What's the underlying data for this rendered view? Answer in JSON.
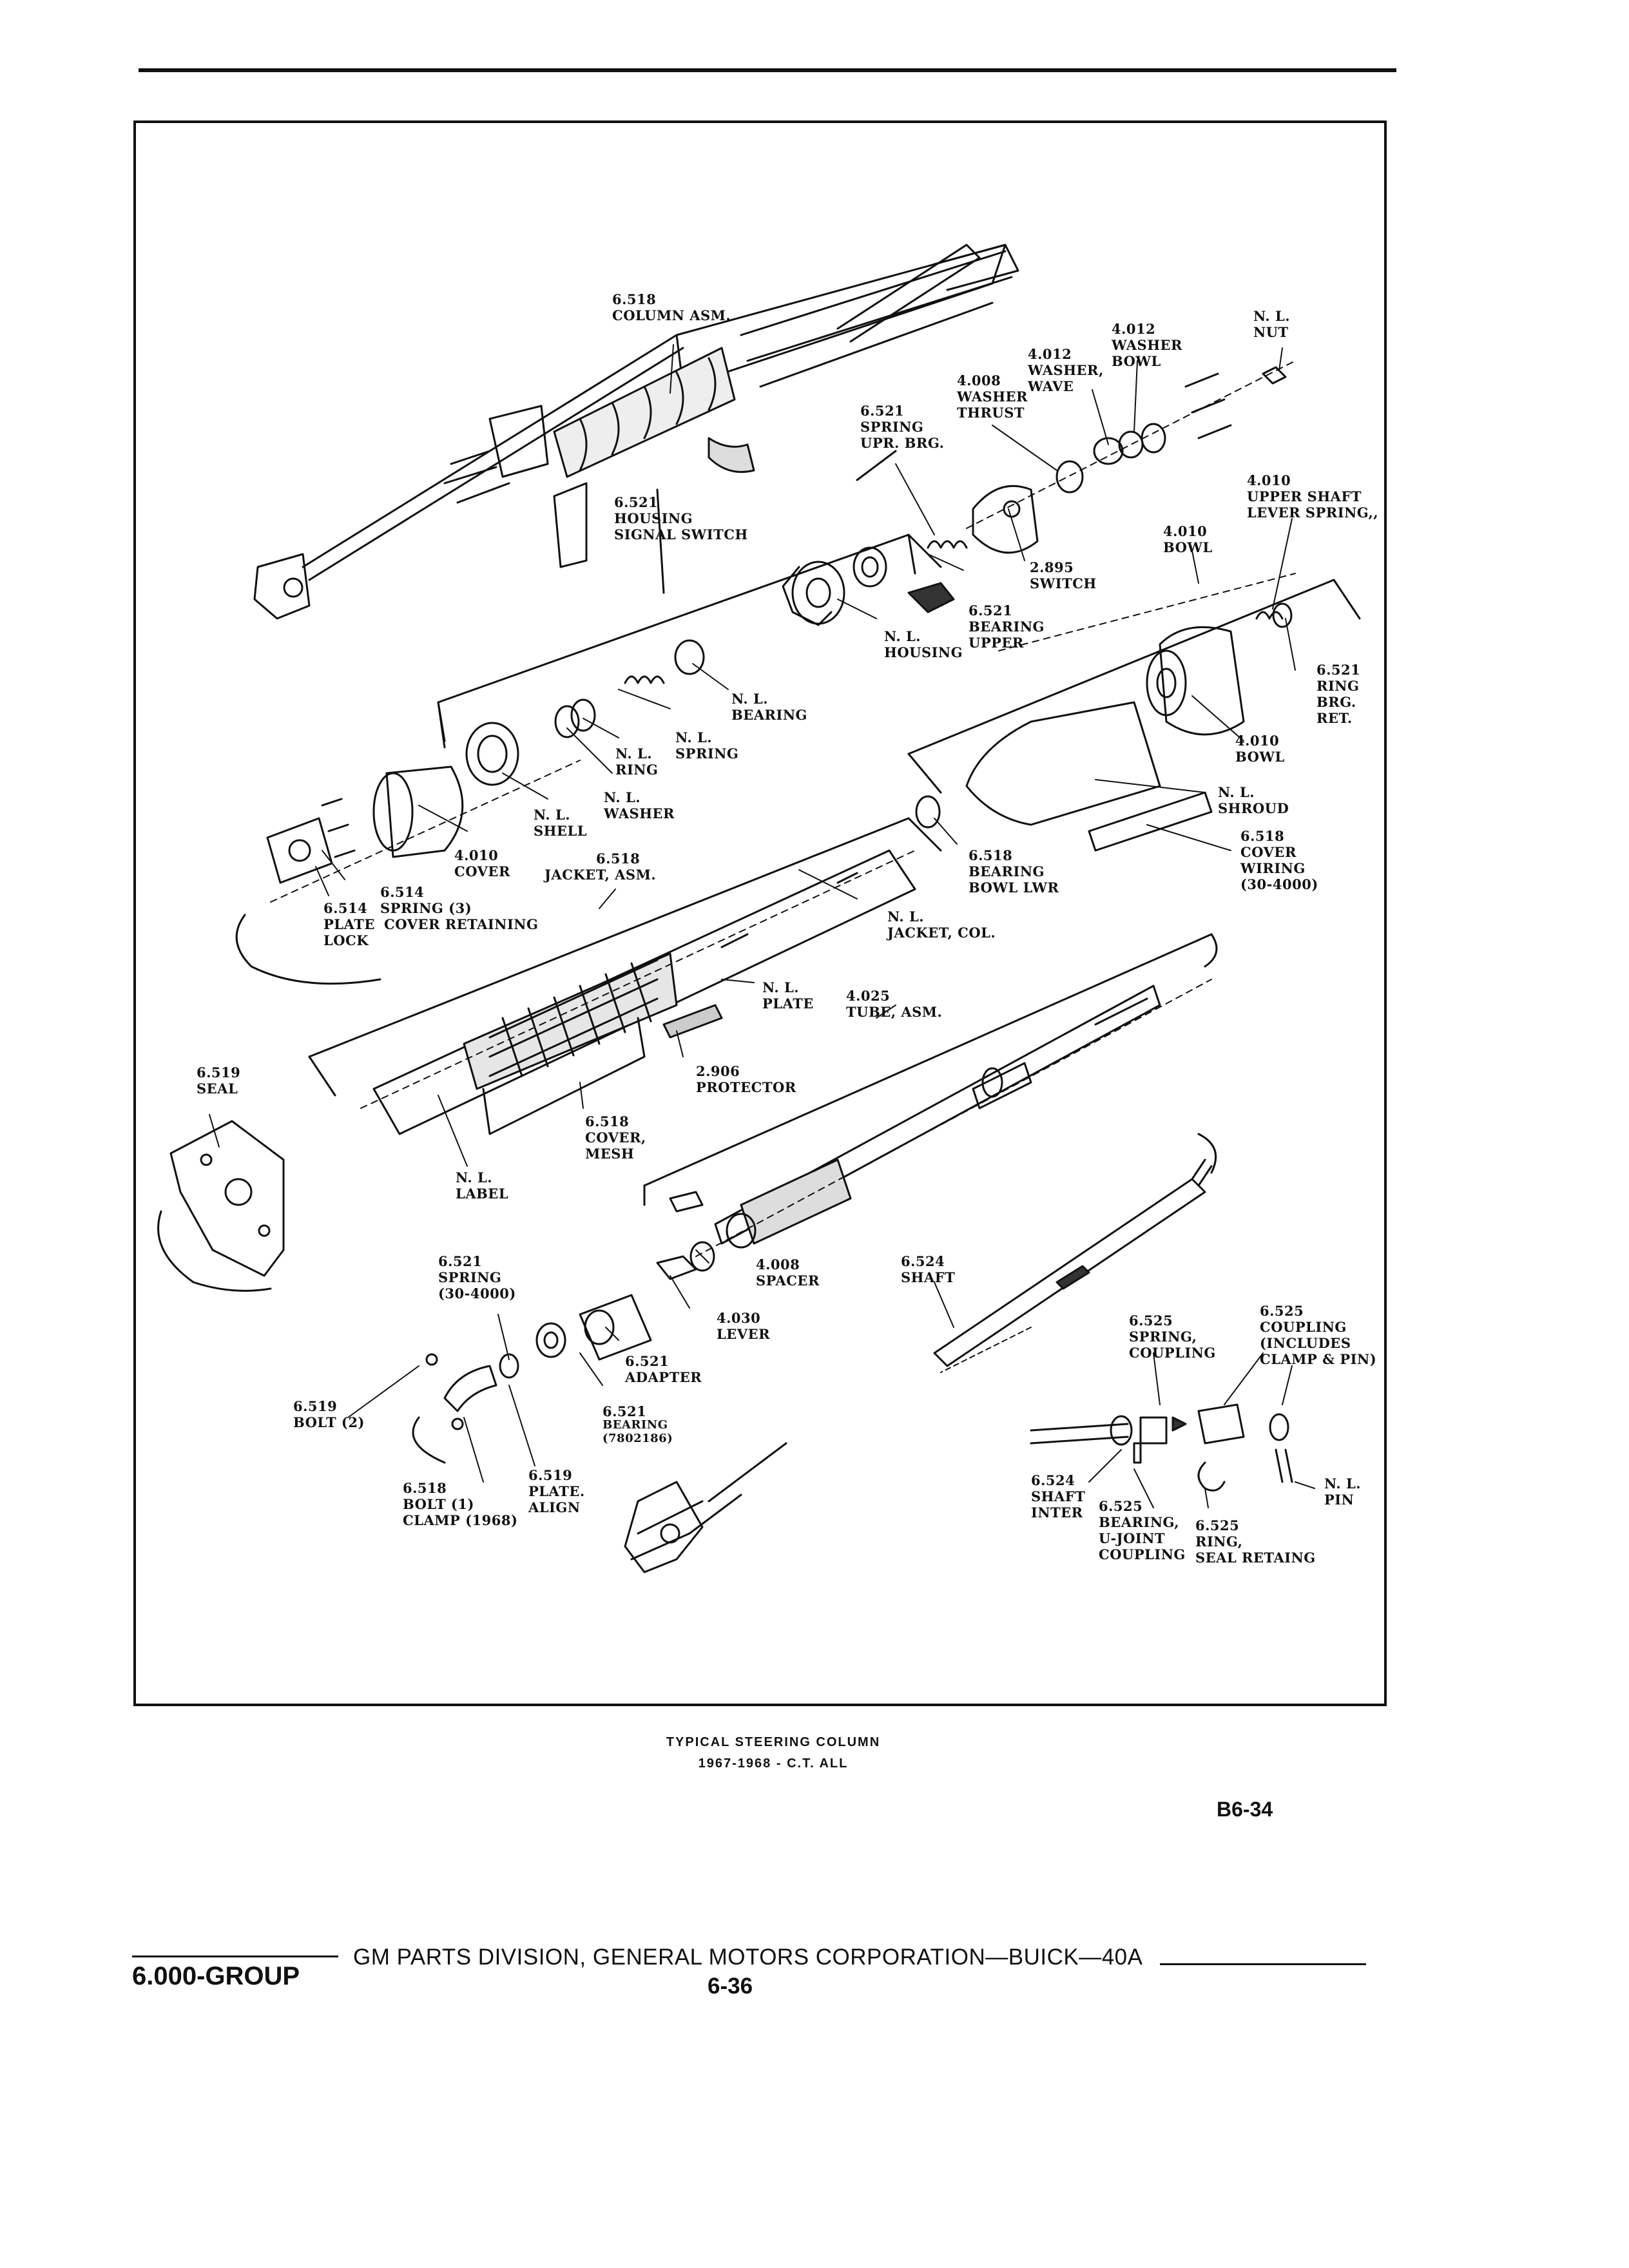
{
  "caption": {
    "line1": "TYPICAL STEERING COLUMN",
    "line2": "1967-1968 - C.T. ALL"
  },
  "figure_id": "B6-34",
  "footer": {
    "group": "6.000-GROUP",
    "publisher": "GM PARTS DIVISION, GENERAL MOTORS CORPORATION—BUICK—40A",
    "page": "6-36"
  },
  "callouts": {
    "column_asm": [
      "6.518",
      "COLUMN ASM."
    ],
    "spring_upr_brg": [
      "6.521",
      "SPRING",
      "UPR. BRG."
    ],
    "washer_thrust": [
      "4.008",
      "WASHER",
      "THRUST"
    ],
    "washer_wave": [
      "4.012",
      "WASHER,",
      "WAVE"
    ],
    "washer_bowl": [
      "4.012",
      "WASHER",
      "BOWL"
    ],
    "nl_nut": [
      "N. L.",
      "NUT"
    ],
    "housing_signal_switch": [
      "6.521",
      "HOUSING",
      "SIGNAL SWITCH"
    ],
    "upper_shaft_lever_spring": [
      "4.010",
      "UPPER SHAFT",
      "LEVER SPRING,,"
    ],
    "bowl_top": [
      "4.010",
      "BOWL"
    ],
    "switch": [
      "2.895",
      "SWITCH"
    ],
    "bearing_upper": [
      "6.521",
      "BEARING",
      "UPPER"
    ],
    "nl_housing": [
      "N. L.",
      "HOUSING"
    ],
    "ring_brg_ret": [
      "6.521",
      "RING",
      "BRG.",
      "RET."
    ],
    "nl_bearing": [
      "N. L.",
      "BEARING"
    ],
    "nl_spring": [
      "N. L.",
      "SPRING"
    ],
    "nl_ring": [
      "N. L.",
      "RING"
    ],
    "nl_washer": [
      "N. L.",
      "WASHER"
    ],
    "nl_shell": [
      "N. L.",
      "SHELL"
    ],
    "bowl_mid": [
      "4.010",
      "BOWL"
    ],
    "nl_shroud": [
      "N. L.",
      "SHROUD"
    ],
    "cover_wiring": [
      "6.518",
      "COVER",
      "WIRING",
      "(30-4000)"
    ],
    "cover": [
      "4.010",
      "COVER"
    ],
    "jacket_asm": [
      "6.518",
      "JACKET, ASM."
    ],
    "bearing_bowl_lwr": [
      "6.518",
      "BEARING",
      "BOWL LWR"
    ],
    "spring_3": [
      "6.514",
      "SPRING (3)"
    ],
    "plate_lock": [
      "6.514",
      "PLATE",
      "LOCK"
    ],
    "cover_retaining": [
      "COVER RETAINING"
    ],
    "nl_jacket_col": [
      "N. L.",
      "JACKET, COL."
    ],
    "nl_plate": [
      "N. L.",
      "PLATE"
    ],
    "tube_asm": [
      "4.025",
      "TUBE, ASM."
    ],
    "seal": [
      "6.519",
      "SEAL"
    ],
    "protector": [
      "2.906",
      "PROTECTOR"
    ],
    "cover_mesh": [
      "6.518",
      "COVER,",
      "MESH"
    ],
    "nl_label": [
      "N. L.",
      "LABEL"
    ],
    "spring_30_4000": [
      "6.521",
      "SPRING",
      "(30-4000)"
    ],
    "spacer": [
      "4.008",
      "SPACER"
    ],
    "lever": [
      "4.030",
      "LEVER"
    ],
    "adapter": [
      "6.521",
      "ADAPTER"
    ],
    "shaft": [
      "6.524",
      "SHAFT"
    ],
    "spring_coupling": [
      "6.525",
      "SPRING,",
      "COUPLING"
    ],
    "coupling": [
      "6.525",
      "COUPLING",
      "(INCLUDES",
      "CLAMP & PIN)"
    ],
    "bolt_2": [
      "6.519",
      "BOLT (2)"
    ],
    "bearing_7802186": [
      "6.521",
      "BEARING",
      "(7802186)"
    ],
    "bolt_clamp": [
      "6.518",
      "BOLT (1)",
      "CLAMP (1968)"
    ],
    "plate_align": [
      "6.519",
      "PLATE.",
      "ALIGN"
    ],
    "shaft_inter": [
      "6.524",
      "SHAFT",
      "INTER"
    ],
    "bearing_ujoint": [
      "6.525",
      "BEARING,",
      "U-JOINT",
      "COUPLING"
    ],
    "ring_seal_retaing": [
      "6.525",
      "RING,",
      "SEAL RETAING"
    ],
    "nl_pin": [
      "N. L.",
      "PIN"
    ]
  }
}
